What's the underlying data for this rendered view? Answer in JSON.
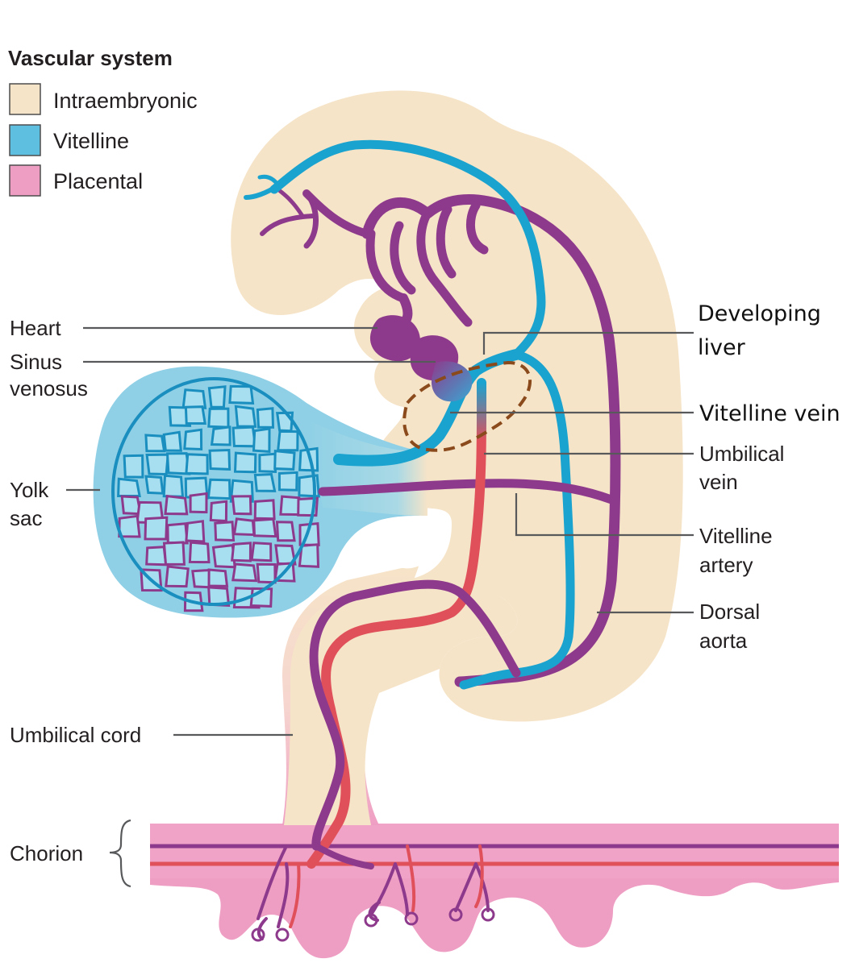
{
  "legend": {
    "title": "Vascular system",
    "items": [
      {
        "label": "Intraembryonic",
        "color": "#f6e4c8"
      },
      {
        "label": "Vitelline",
        "color": "#7fcbe2"
      },
      {
        "label": "Placental",
        "color": "#ef9ec3"
      }
    ]
  },
  "labels": {
    "heart": "Heart",
    "sinus_1": "Sinus",
    "sinus_2": "venosus",
    "yolk_1": "Yolk",
    "yolk_2": "sac",
    "umbilical_cord": "Umbilical cord",
    "chorion": "Chorion",
    "liver_1": "Developing",
    "liver_2": "liver",
    "vitelline_vein": "Vitelline vein",
    "umb_vein_1": "Umbilical",
    "umb_vein_2": "vein",
    "vit_artery_1": "Vitelline",
    "vit_artery_2": "artery",
    "dorsal_1": "Dorsal",
    "dorsal_2": "aorta"
  },
  "colors": {
    "intraembryonic": "#f6e4c8",
    "vitelline": "#1aa3cf",
    "vitelline_fill": "#8fd0e6",
    "placental": "#ef9ec3",
    "artery_purple": "#8e3a8c",
    "umbilical_red": "#e0505a",
    "liver_outline": "#8a4a1c"
  }
}
